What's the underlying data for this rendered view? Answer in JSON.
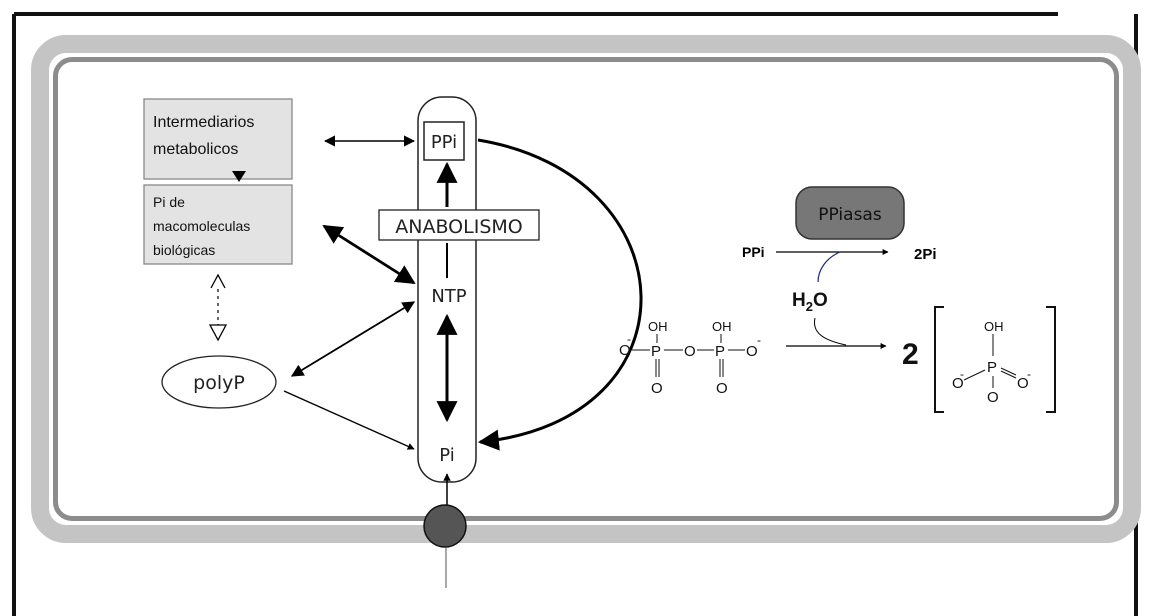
{
  "left_panel": {
    "intermediates_lines": [
      "Intermediarios",
      "metabolicos"
    ],
    "macromolecule_lines": [
      "Pi de",
      "macomoleculas",
      "biológicas"
    ],
    "polyp": "polyP"
  },
  "column": {
    "ppi": "PPi",
    "anabolism": "ANABOLISMO",
    "ntp": "NTP",
    "pi": "Pi"
  },
  "reaction": {
    "enzyme": "PPiasas",
    "substrate": "PPi",
    "product": "2Pi",
    "water": "H2O"
  },
  "structures": {
    "pyrophosphate": {
      "oh_1": "OH",
      "oh_2": "OH",
      "o_left": "O",
      "o_bridge": "O",
      "o_right": "O",
      "p_1": "P",
      "p_2": "P",
      "o_bottom_1": "O",
      "o_bottom_2": "O",
      "charge": "-"
    },
    "phosphate": {
      "coefficient": "2",
      "oh": "OH",
      "p": "P",
      "o_left": "O",
      "o_right": "O",
      "o_bottom": "O",
      "charge": "-"
    }
  },
  "colors": {
    "membrane": "#8c8c8c",
    "membrane_light": "#c4c4c4",
    "box_fill": "#e3e3e3",
    "enzyme_fill": "#777777",
    "transporter_fill": "#555555",
    "water_arrow": "#1c2a7a"
  }
}
